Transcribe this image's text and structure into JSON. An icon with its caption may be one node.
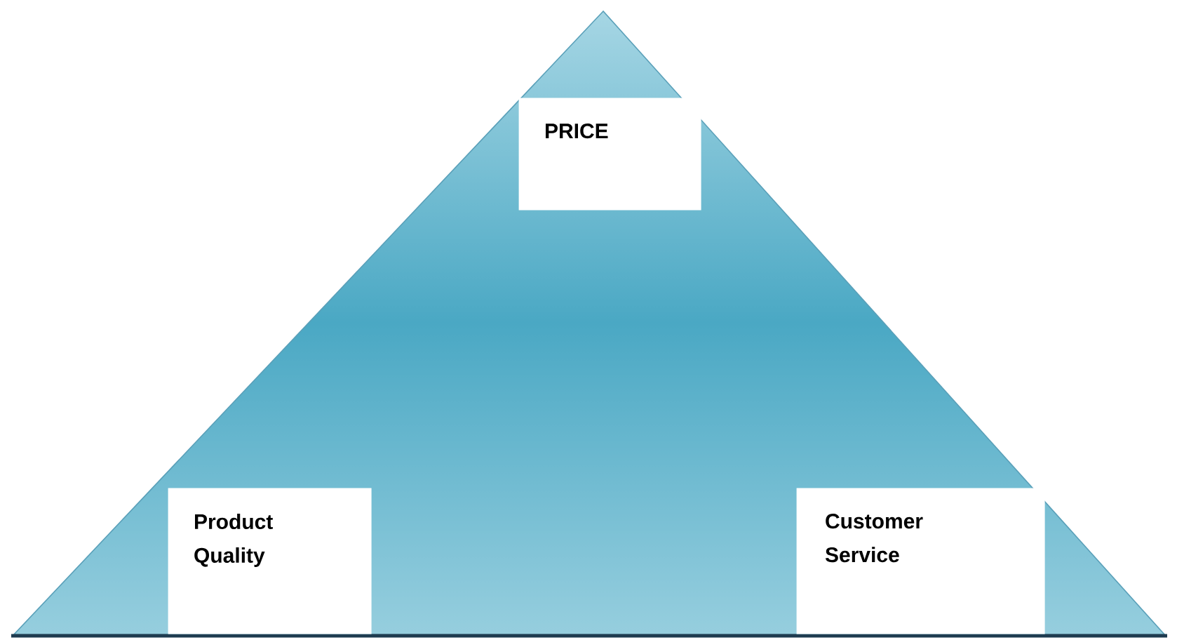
{
  "diagram": {
    "nodes": [
      {
        "text": [],
        "shape": "triangle"
      },
      {
        "text": [
          "PRICE"
        ],
        "in": 0
      },
      {
        "text": [
          "Product Quality"
        ],
        "in": 0
      },
      {
        "text": [
          "Customer Service"
        ],
        "in": 0
      }
    ]
  }
}
